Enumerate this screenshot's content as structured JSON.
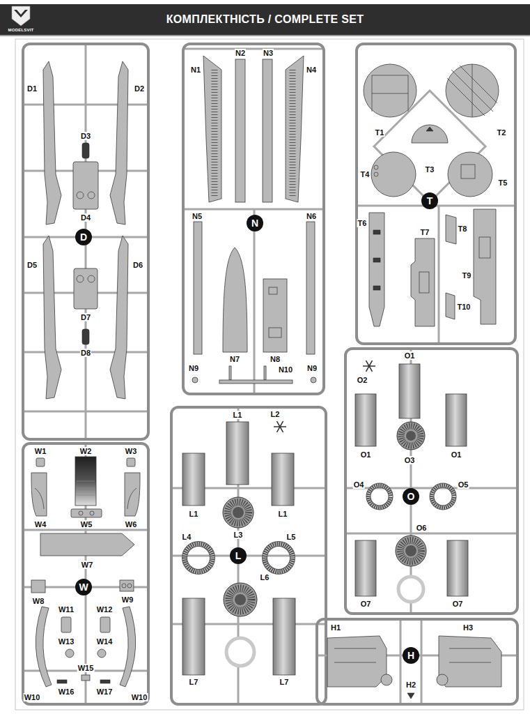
{
  "diagram": {
    "title": "КОМПЛЕКТНІСТЬ / COMPLETE SET",
    "nodes": [
      {
        "text": [
          "D"
        ]
      },
      {
        "text": [
          "N"
        ]
      },
      {
        "text": [
          "T"
        ]
      },
      {
        "text": [
          "O"
        ]
      },
      {
        "text": [
          "L"
        ]
      },
      {
        "text": [
          "W"
        ]
      },
      {
        "text": [
          "H"
        ]
      }
    ],
    "labels": [
      "MODELSVIT",
      "D1",
      "D2",
      "D3",
      "D4",
      "D5",
      "D6",
      "D7",
      "D8",
      "N1",
      "N2",
      "N3",
      "N4",
      "N5",
      "N6",
      "N7",
      "N8",
      "N9",
      "N9",
      "N10",
      "T1",
      "T2",
      "T3",
      "T4",
      "T5",
      "T6",
      "T7",
      "T8",
      "T9",
      "T10",
      "O2",
      "O1",
      "O1",
      "O1",
      "O3",
      "O4",
      "O5",
      "O6",
      "O7",
      "O7",
      "L1",
      "L2",
      "L1",
      "L1",
      "L3",
      "L4",
      "L5",
      "L6",
      "L7",
      "L7",
      "W1",
      "W2",
      "W3",
      "W4",
      "W5",
      "W6",
      "W7",
      "W8",
      "W9",
      "W11",
      "W12",
      "W13",
      "W14",
      "W15",
      "W10",
      "W10",
      "W16",
      "W17",
      "H1",
      "H3",
      "H2"
    ]
  }
}
